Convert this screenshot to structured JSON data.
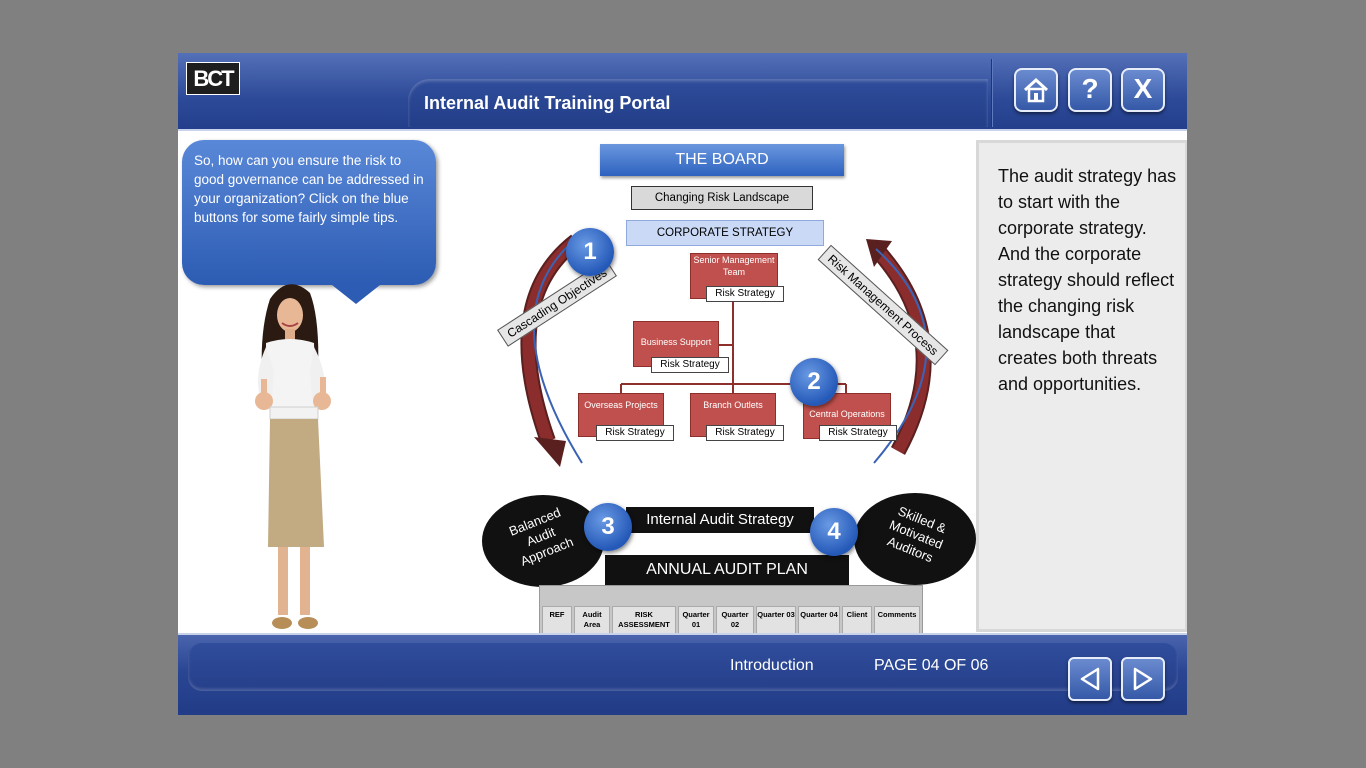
{
  "app": {
    "logo_text": "BCT",
    "title": "Internal Audit Training Portal"
  },
  "header_buttons": {
    "home": "home-icon",
    "help": "?",
    "close": "X"
  },
  "bubble": {
    "text": "So, how can you ensure the risk to good governance can be addressed in your organization?  Click on the blue buttons for some fairly simple tips."
  },
  "info_panel": {
    "text": "The audit strategy has to start with the corporate strategy. And the corporate strategy should reflect the changing risk landscape that creates both threats and opportunities."
  },
  "diagram": {
    "board": "THE BOARD",
    "changing_risk": "Changing Risk Landscape",
    "corporate_strategy": "CORPORATE STRATEGY",
    "senior_mgmt": "Senior Management Team",
    "business_support": "Business Support",
    "overseas": "Overseas Projects",
    "branch": "Branch Outlets",
    "central": "Central Operations",
    "risk_strategy": "Risk Strategy",
    "cascading": "Cascading Objectives",
    "risk_mgmt_process": "Risk Management Process",
    "balanced": "Balanced Audit Approach",
    "skilled": "Skilled & Motivated Auditors",
    "internal_audit_strategy": "Internal Audit Strategy",
    "annual_audit_plan": "ANNUAL AUDIT PLAN",
    "numbers": [
      "1",
      "2",
      "3",
      "4"
    ],
    "table_headers": [
      "REF",
      "Audit Area",
      "RISK ASSESSMENT",
      "Quarter 01",
      "Quarter 02",
      "Quarter 03",
      "Quarter 04",
      "Client",
      "Comments"
    ]
  },
  "footer": {
    "section": "Introduction",
    "page": "PAGE 04 OF 06",
    "prev": "prev-arrow-icon",
    "next": "next-arrow-icon"
  },
  "colors": {
    "header_blue": "#2d4a98",
    "button_blue": "#3559a8",
    "red_box": "#c0504d",
    "table_blue": "#a9c4e6"
  }
}
